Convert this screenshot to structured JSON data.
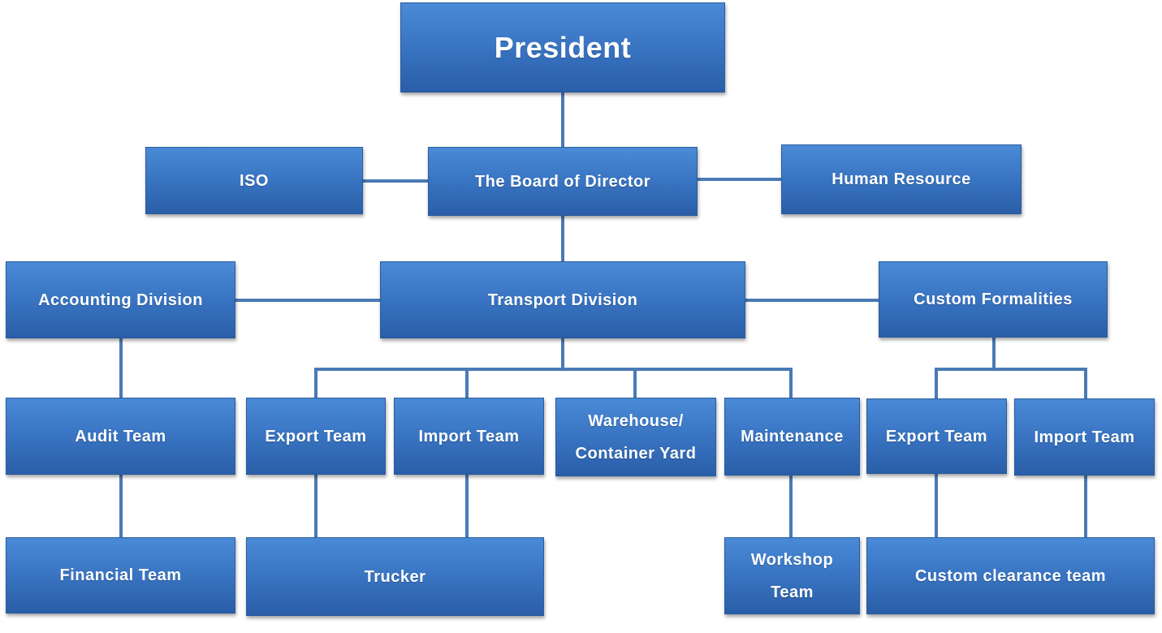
{
  "colors": {
    "box_fill_top": "#4a8ad6",
    "box_fill_bottom": "#2a5ea8",
    "connector": "#4a7ab5",
    "text": "#ffffff"
  },
  "nodes": {
    "president": "President",
    "iso": "ISO",
    "board": "The Board of Director",
    "human_resource": "Human Resource",
    "accounting_division": "Accounting Division",
    "transport_division": "Transport Division",
    "custom_formalities": "Custom Formalities",
    "audit_team": "Audit Team",
    "transport_export_team": "Export Team",
    "transport_import_team": "Import Team",
    "warehouse": "Warehouse/\nContainer Yard",
    "maintenance": "Maintenance",
    "custom_export_team": "Export Team",
    "custom_import_team": "Import Team",
    "financial_team": "Financial Team",
    "trucker": "Trucker",
    "workshop_team": "Workshop\nTeam",
    "custom_clearance_team": "Custom clearance team"
  }
}
